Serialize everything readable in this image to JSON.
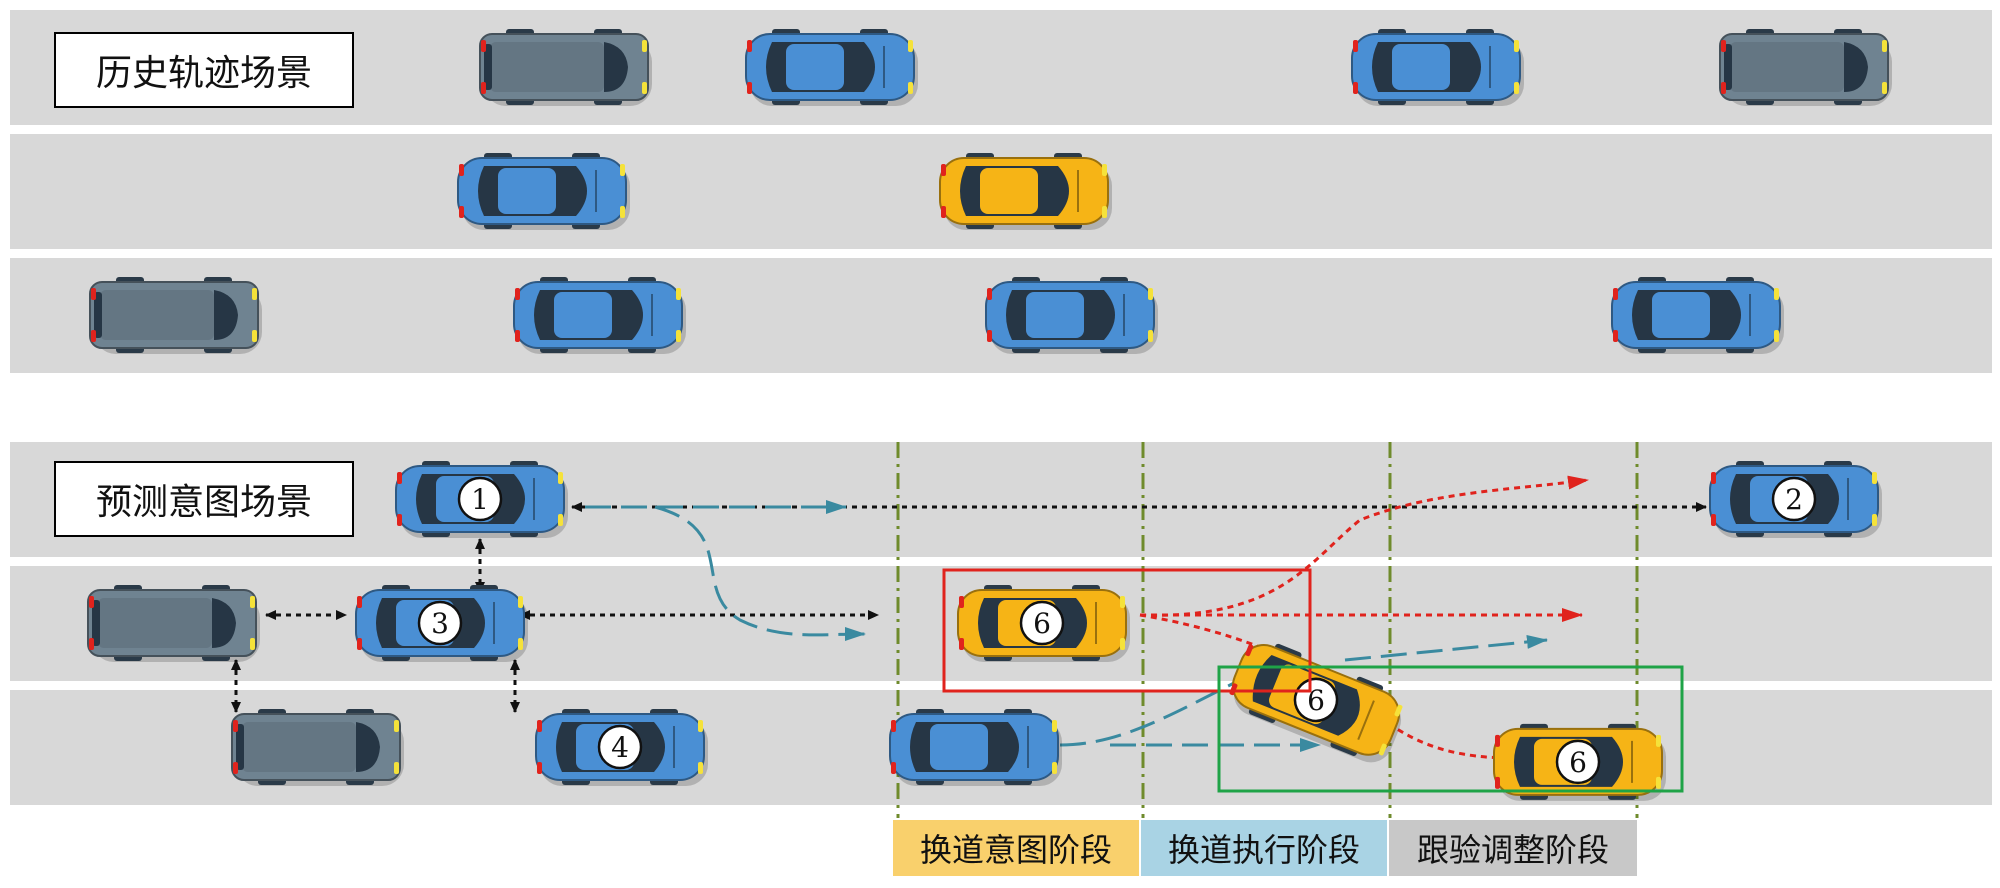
{
  "history_scene": {
    "label": "历史轨迹场景",
    "cars": [
      {
        "kind": "van",
        "color": "gray",
        "lane": 0,
        "cx": 0.282
      },
      {
        "kind": "sedan",
        "color": "blue",
        "lane": 0,
        "cx": 0.415
      },
      {
        "kind": "sedan",
        "color": "blue",
        "lane": 0,
        "cx": 0.718
      },
      {
        "kind": "van",
        "color": "gray",
        "lane": 0,
        "cx": 0.902
      },
      {
        "kind": "sedan",
        "color": "blue",
        "lane": 1,
        "cx": 0.271
      },
      {
        "kind": "sedan",
        "color": "yellow",
        "lane": 1,
        "cx": 0.512
      },
      {
        "kind": "van",
        "color": "gray",
        "lane": 2,
        "cx": 0.087
      },
      {
        "kind": "sedan",
        "color": "blue",
        "lane": 2,
        "cx": 0.299
      },
      {
        "kind": "sedan",
        "color": "blue",
        "lane": 2,
        "cx": 0.535
      },
      {
        "kind": "sedan",
        "color": "blue",
        "lane": 2,
        "cx": 0.848
      }
    ]
  },
  "prediction_scene": {
    "label": "预测意图场景",
    "cars": [
      {
        "kind": "sedan",
        "color": "blue",
        "lane": 0,
        "cx": 0.24,
        "num": "1"
      },
      {
        "kind": "sedan",
        "color": "blue",
        "lane": 0,
        "cx": 0.897,
        "num": "2"
      },
      {
        "kind": "van",
        "color": "gray",
        "lane": 1,
        "cx": 0.086
      },
      {
        "kind": "sedan",
        "color": "blue",
        "lane": 1,
        "cx": 0.22,
        "num": "3"
      },
      {
        "kind": "sedan",
        "color": "yellow",
        "lane": 1,
        "cx": 0.521,
        "num": "6"
      },
      {
        "kind": "sedan",
        "color": "yellow",
        "lane": 1,
        "cx": 0.658,
        "num": "6",
        "rotate": 22,
        "dy": 0.62
      },
      {
        "kind": "van",
        "color": "gray",
        "lane": 2,
        "cx": 0.158
      },
      {
        "kind": "sedan",
        "color": "blue",
        "lane": 2,
        "cx": 0.31,
        "num": "4"
      },
      {
        "kind": "sedan",
        "color": "blue",
        "lane": 2,
        "cx": 0.487
      },
      {
        "kind": "sedan",
        "color": "yellow",
        "lane": 2,
        "cx": 0.789,
        "num": "6",
        "dy": 0.12
      }
    ]
  },
  "stages": [
    {
      "label": "换道意图阶段",
      "color": "#f9d06c"
    },
    {
      "label": "换道执行阶段",
      "color": "#a9d3e4"
    },
    {
      "label": "跟验调整阶段",
      "color": "#c8c8c8"
    }
  ],
  "colors": {
    "road": "#d8d8d8",
    "blue_car": "#4a8fd4",
    "gray_car": "#6f8391",
    "yellow_car": "#f6b416",
    "trajectory": "#3a8aa0",
    "red_path": "#e0231d",
    "phase_line": "#6f8b2c",
    "red_box": "#e0231d",
    "green_box": "#1fa347"
  }
}
